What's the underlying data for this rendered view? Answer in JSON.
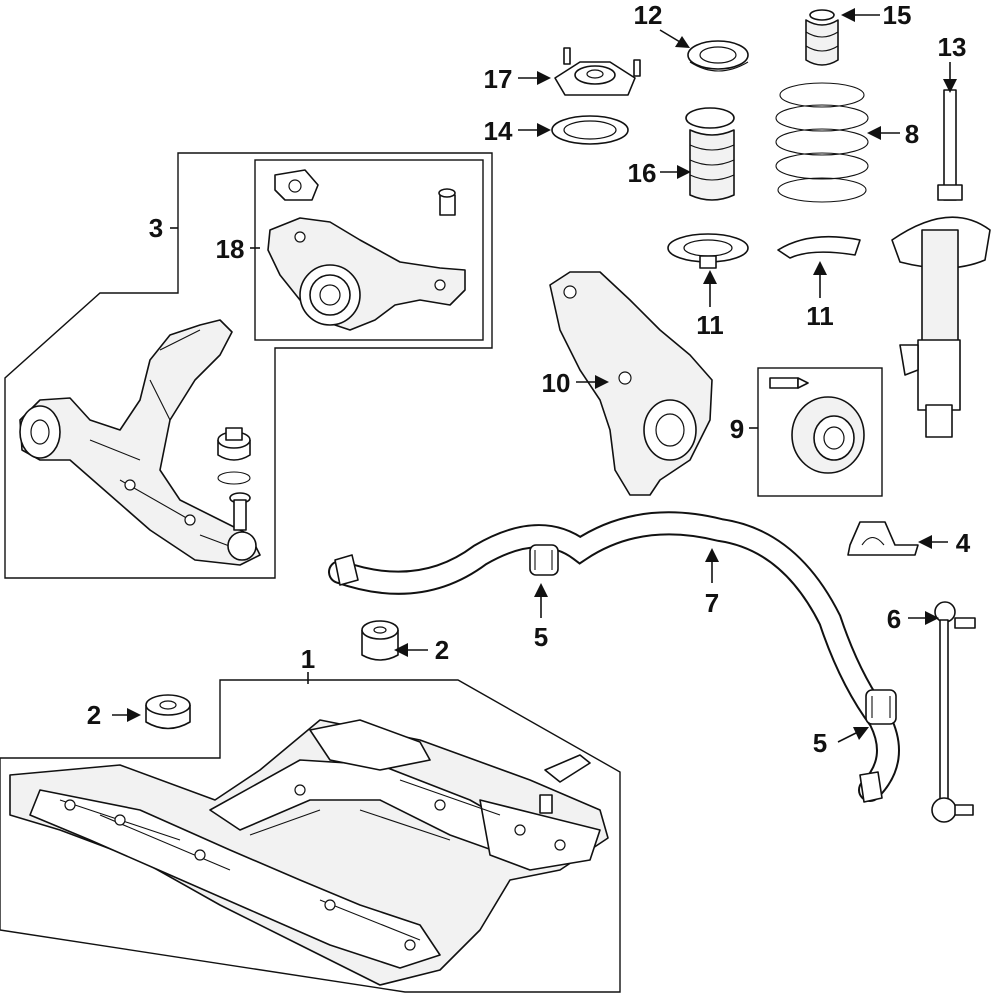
{
  "callouts": {
    "c1": "1",
    "c2a": "2",
    "c2b": "2",
    "c3": "3",
    "c4": "4",
    "c5a": "5",
    "c5b": "5",
    "c6": "6",
    "c7": "7",
    "c8": "8",
    "c9": "9",
    "c10": "10",
    "c11a": "11",
    "c11b": "11",
    "c12": "12",
    "c13": "13",
    "c14": "14",
    "c15": "15",
    "c16": "16",
    "c17": "17",
    "c18": "18"
  }
}
